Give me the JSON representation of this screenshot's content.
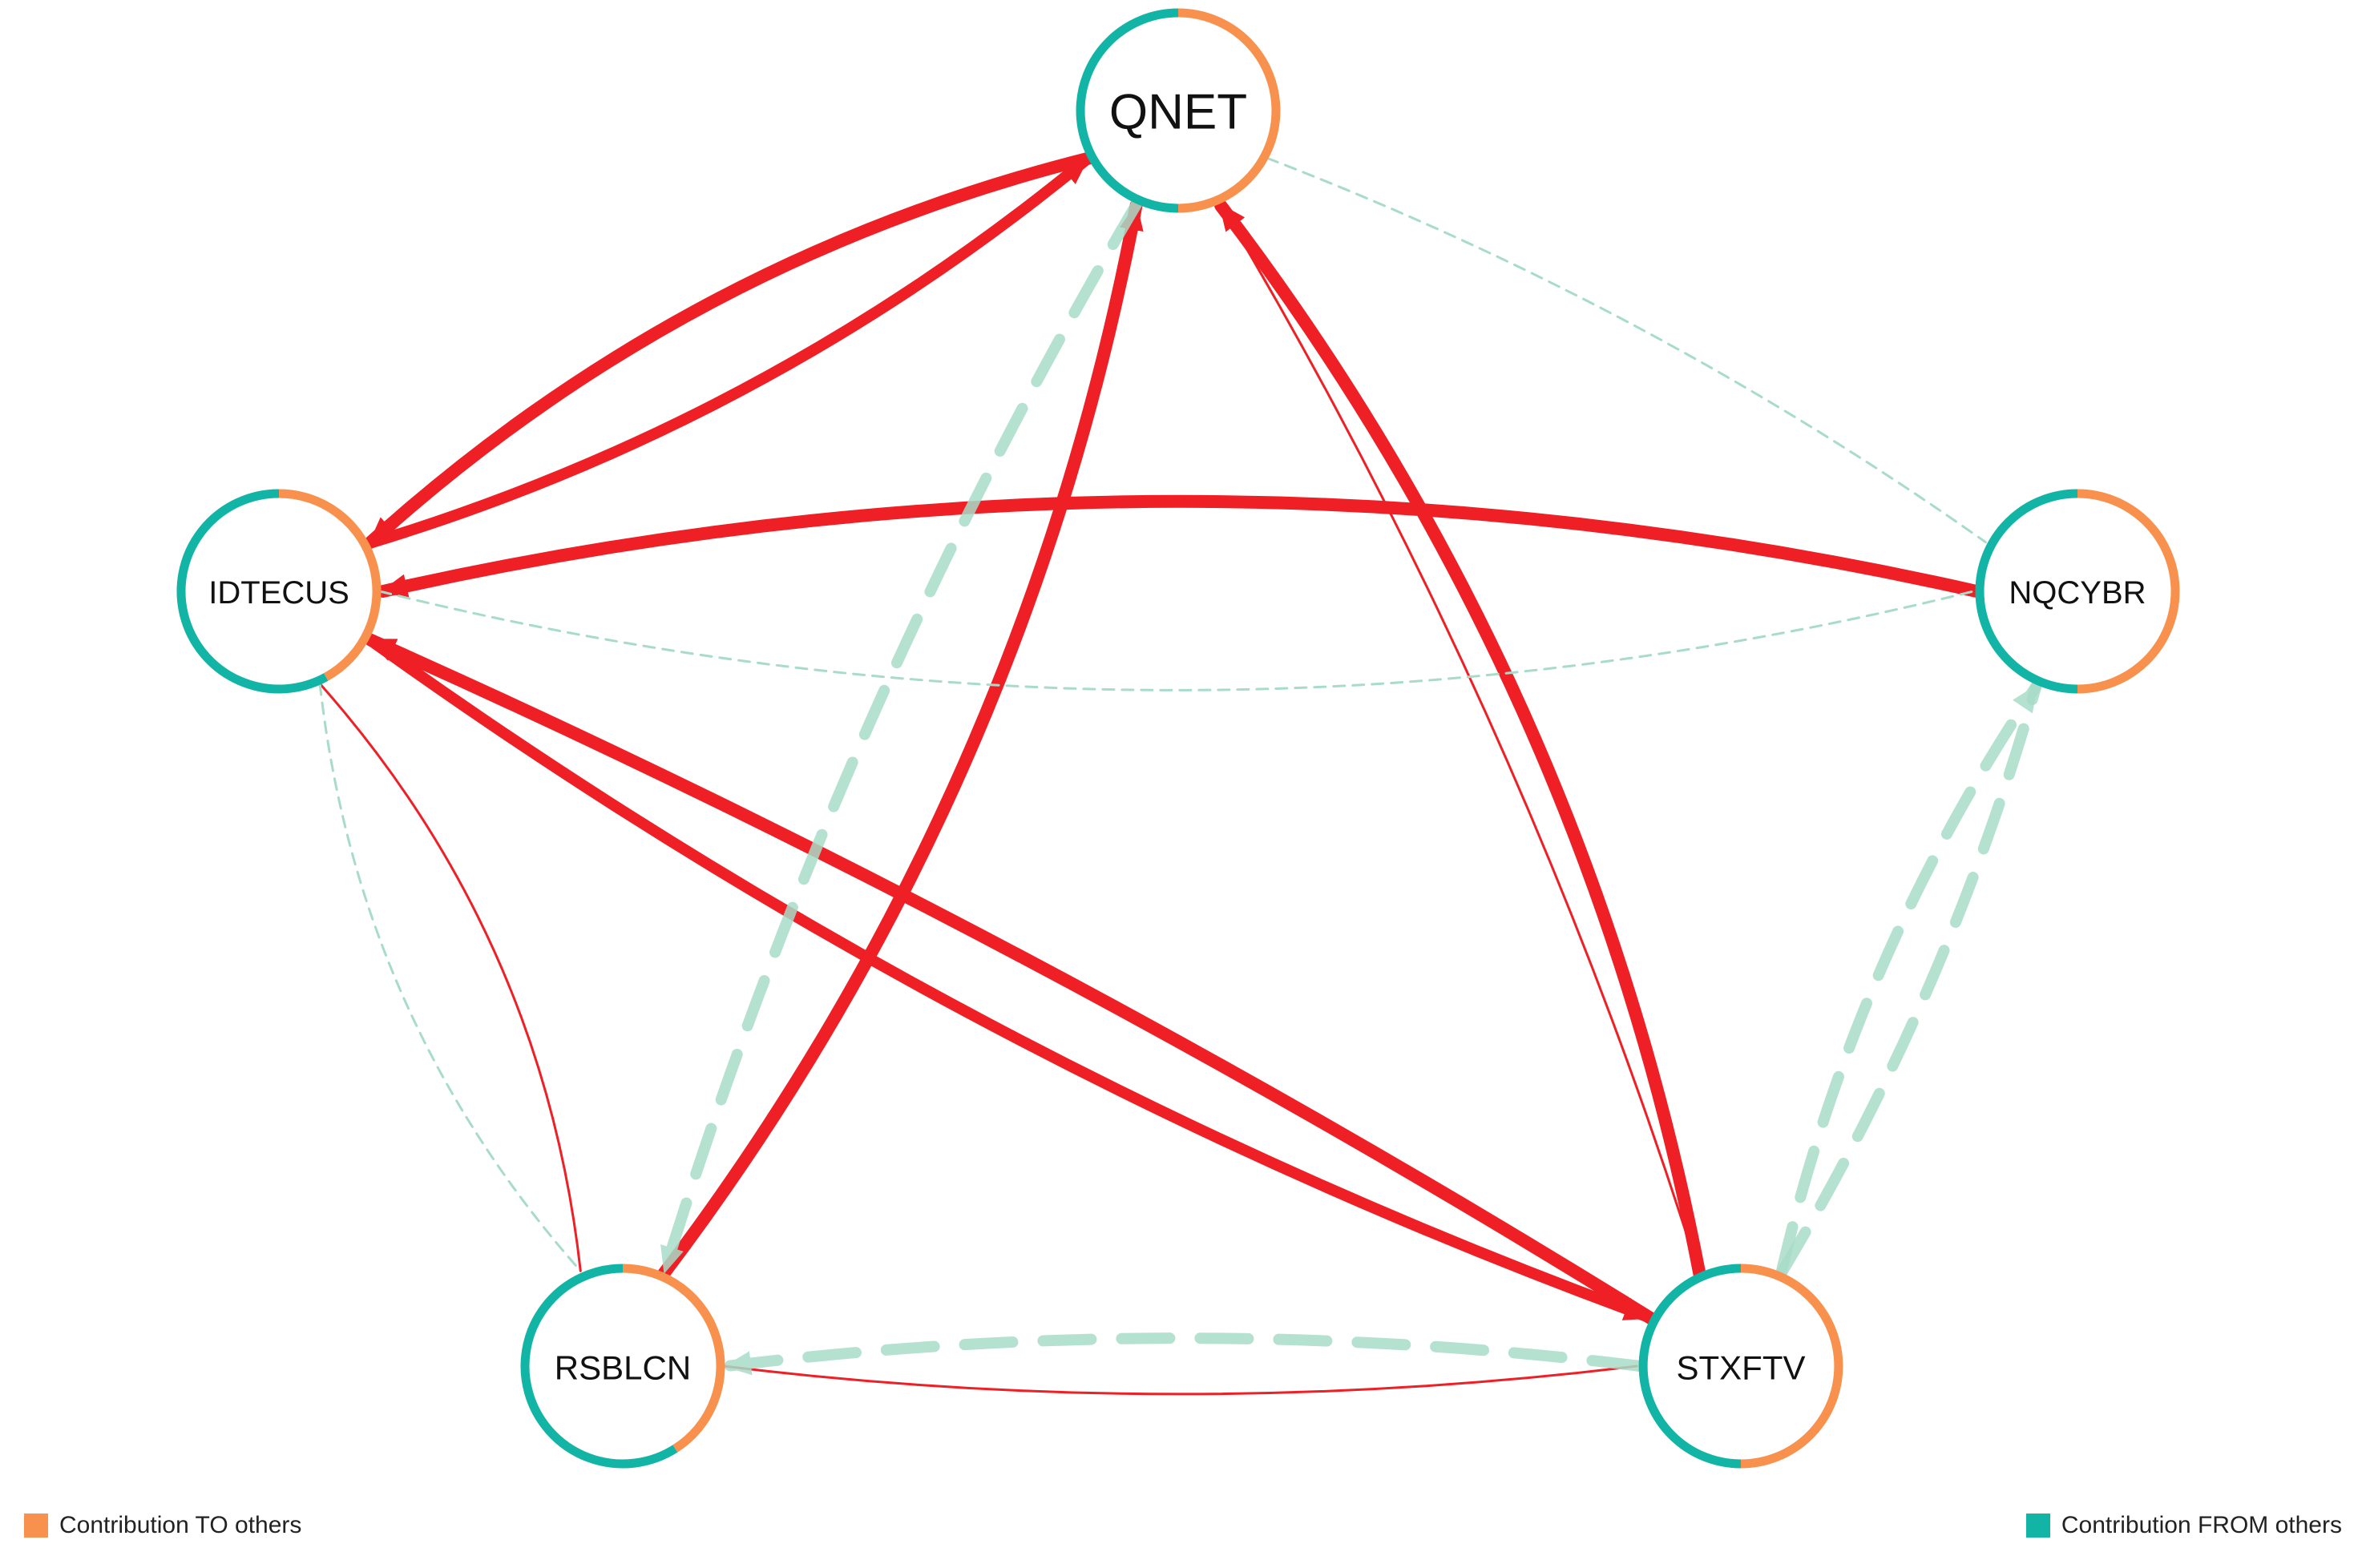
{
  "colors": {
    "to_others": "#f7914d",
    "from_others": "#12b5a5",
    "strong_edge": "#ee1f25",
    "weak_edge": "#a8dcc8"
  },
  "nodes": [
    {
      "id": "QNET",
      "label": "QNET",
      "from_share": 0.5
    },
    {
      "id": "IDTECUS",
      "label": "IDTECUS",
      "from_share": 0.58
    },
    {
      "id": "NQCYBR",
      "label": "NQCYBR",
      "from_share": 0.5
    },
    {
      "id": "RSBLCN",
      "label": "RSBLCN",
      "from_share": 0.59
    },
    {
      "id": "STXFTV",
      "label": "STXFTV",
      "from_share": 0.5
    }
  ],
  "edges": [
    {
      "id": "qnet-idtecus",
      "source": "QNET",
      "target": "IDTECUS",
      "kind": "positive",
      "weight": 5,
      "arrow": true
    },
    {
      "id": "idtecus-qnet",
      "source": "IDTECUS",
      "target": "QNET",
      "kind": "positive",
      "weight": 4,
      "arrow": true
    },
    {
      "id": "nqcybr-idtecus",
      "source": "NQCYBR",
      "target": "IDTECUS",
      "kind": "positive",
      "weight": 5,
      "arrow": true
    },
    {
      "id": "stxftv-idtecus",
      "source": "STXFTV",
      "target": "IDTECUS",
      "kind": "positive",
      "weight": 5,
      "arrow": true
    },
    {
      "id": "idtecus-stxftv",
      "source": "IDTECUS",
      "target": "STXFTV",
      "kind": "positive",
      "weight": 4,
      "arrow": true
    },
    {
      "id": "rsblcn-qnet",
      "source": "RSBLCN",
      "target": "QNET",
      "kind": "positive",
      "weight": 5,
      "arrow": true
    },
    {
      "id": "stxftv-qnet",
      "source": "STXFTV",
      "target": "QNET",
      "kind": "positive",
      "weight": 5,
      "arrow": true
    },
    {
      "id": "qnet-stxftv",
      "source": "QNET",
      "target": "STXFTV",
      "kind": "positive",
      "weight": 1,
      "arrow": false
    },
    {
      "id": "idtecus-rsblcn",
      "source": "IDTECUS",
      "target": "RSBLCN",
      "kind": "positive",
      "weight": 1,
      "arrow": false
    },
    {
      "id": "rsblcn-stxftv",
      "source": "RSBLCN",
      "target": "STXFTV",
      "kind": "positive",
      "weight": 1,
      "arrow": false
    },
    {
      "id": "qnet-rsblcn",
      "source": "QNET",
      "target": "RSBLCN",
      "kind": "negative",
      "weight": 4,
      "arrow": true
    },
    {
      "id": "stxftv-rsblcn",
      "source": "STXFTV",
      "target": "RSBLCN",
      "kind": "negative",
      "weight": 4,
      "arrow": true
    },
    {
      "id": "stxftv-nqcybr-a",
      "source": "STXFTV",
      "target": "NQCYBR",
      "kind": "negative",
      "weight": 4,
      "arrow": false
    },
    {
      "id": "stxftv-nqcybr-b",
      "source": "STXFTV",
      "target": "NQCYBR",
      "kind": "negative",
      "weight": 4,
      "arrow": true
    },
    {
      "id": "qnet-nqcybr",
      "source": "QNET",
      "target": "NQCYBR",
      "kind": "negative",
      "weight": 1,
      "arrow": false
    },
    {
      "id": "idtecus-nqcybr",
      "source": "IDTECUS",
      "target": "NQCYBR",
      "kind": "negative",
      "weight": 1,
      "arrow": false
    },
    {
      "id": "idtecus-rsblcn-weak",
      "source": "IDTECUS",
      "target": "RSBLCN",
      "kind": "negative",
      "weight": 1,
      "arrow": false
    }
  ],
  "legend": {
    "to_label": "Contribution TO others",
    "from_label": "Contribution FROM others"
  }
}
